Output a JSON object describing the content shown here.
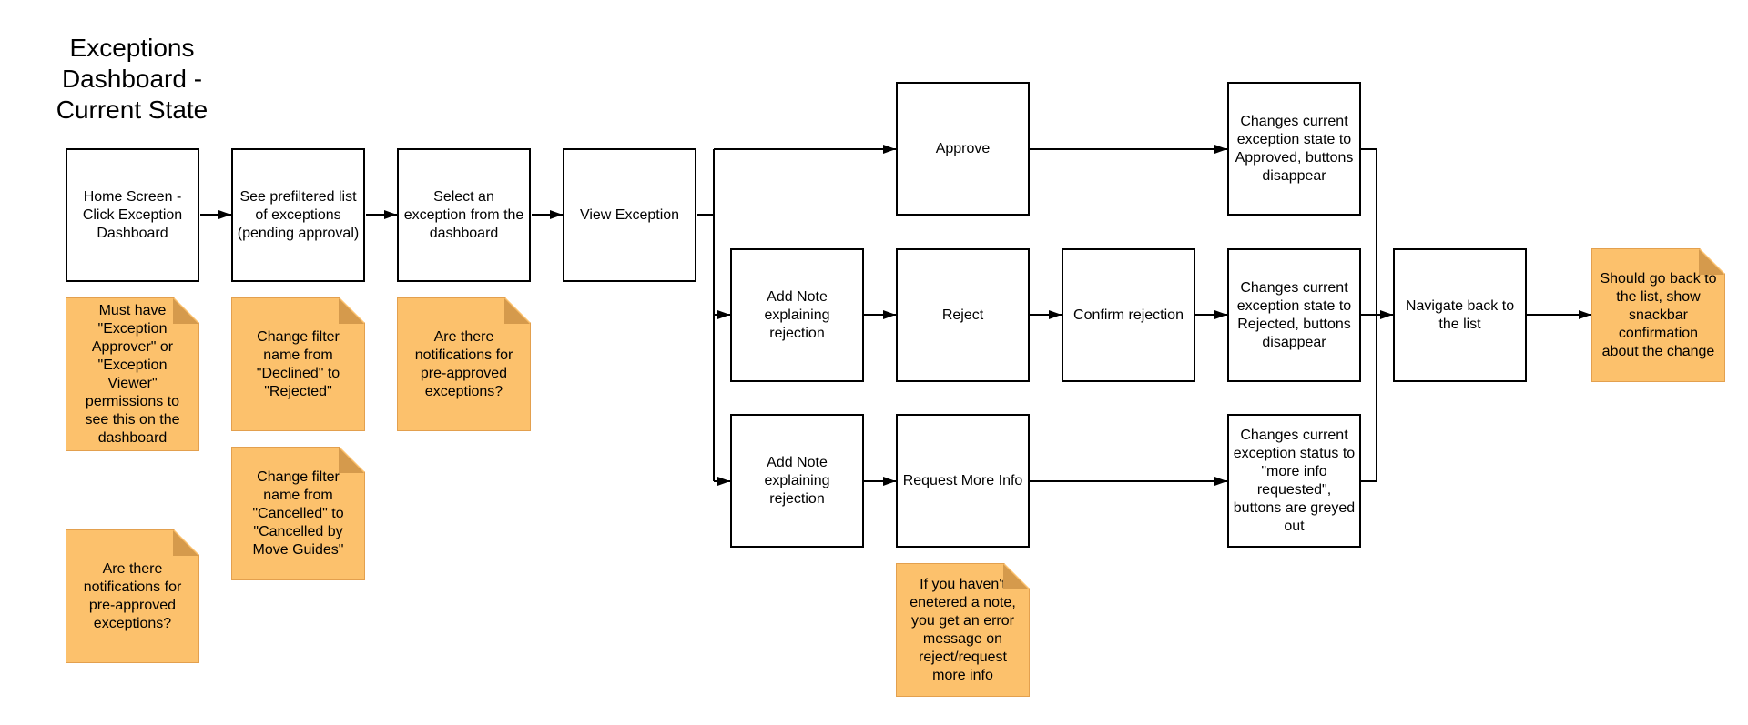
{
  "diagram": {
    "title": "Exceptions Dashboard - Current State",
    "boxes": {
      "home": "Home Screen - Click Exception Dashboard",
      "prefiltered": "See prefiltered list of exceptions (pending approval)",
      "select": "Select an exception from the dashboard",
      "view": "View Exception",
      "approve": "Approve",
      "note_reject": "Add Note explaining rejection",
      "reject": "Reject",
      "confirm": "Confirm rejection",
      "note_info": "Add Note explaining rejection",
      "request_info": "Request More Info",
      "state_approved": "Changes current exception state to Approved, buttons disappear",
      "state_rejected": "Changes current exception state to Rejected, buttons disappear",
      "state_info": "Changes current exception status to \"more info requested\", buttons are greyed out",
      "navigate": "Navigate back to the list"
    },
    "notes": {
      "permissions": "Must have \"Exception Approver\" or \"Exception Viewer\" permissions to see this on the dashboard",
      "declined": "Change filter name from \"Declined\" to \"Rejected\"",
      "notifications_1": "Are there notifications for pre-approved exceptions?",
      "cancelled": "Change filter name from \"Cancelled\" to \"Cancelled by Move Guides\"",
      "notifications_2": "Are there notifications for pre-approved exceptions?",
      "error_message": "If you haven't enetered a note, you get an error message on reject/request more info",
      "snackbar": "Should go back to the list, show snackbar confirmation about the change"
    }
  }
}
